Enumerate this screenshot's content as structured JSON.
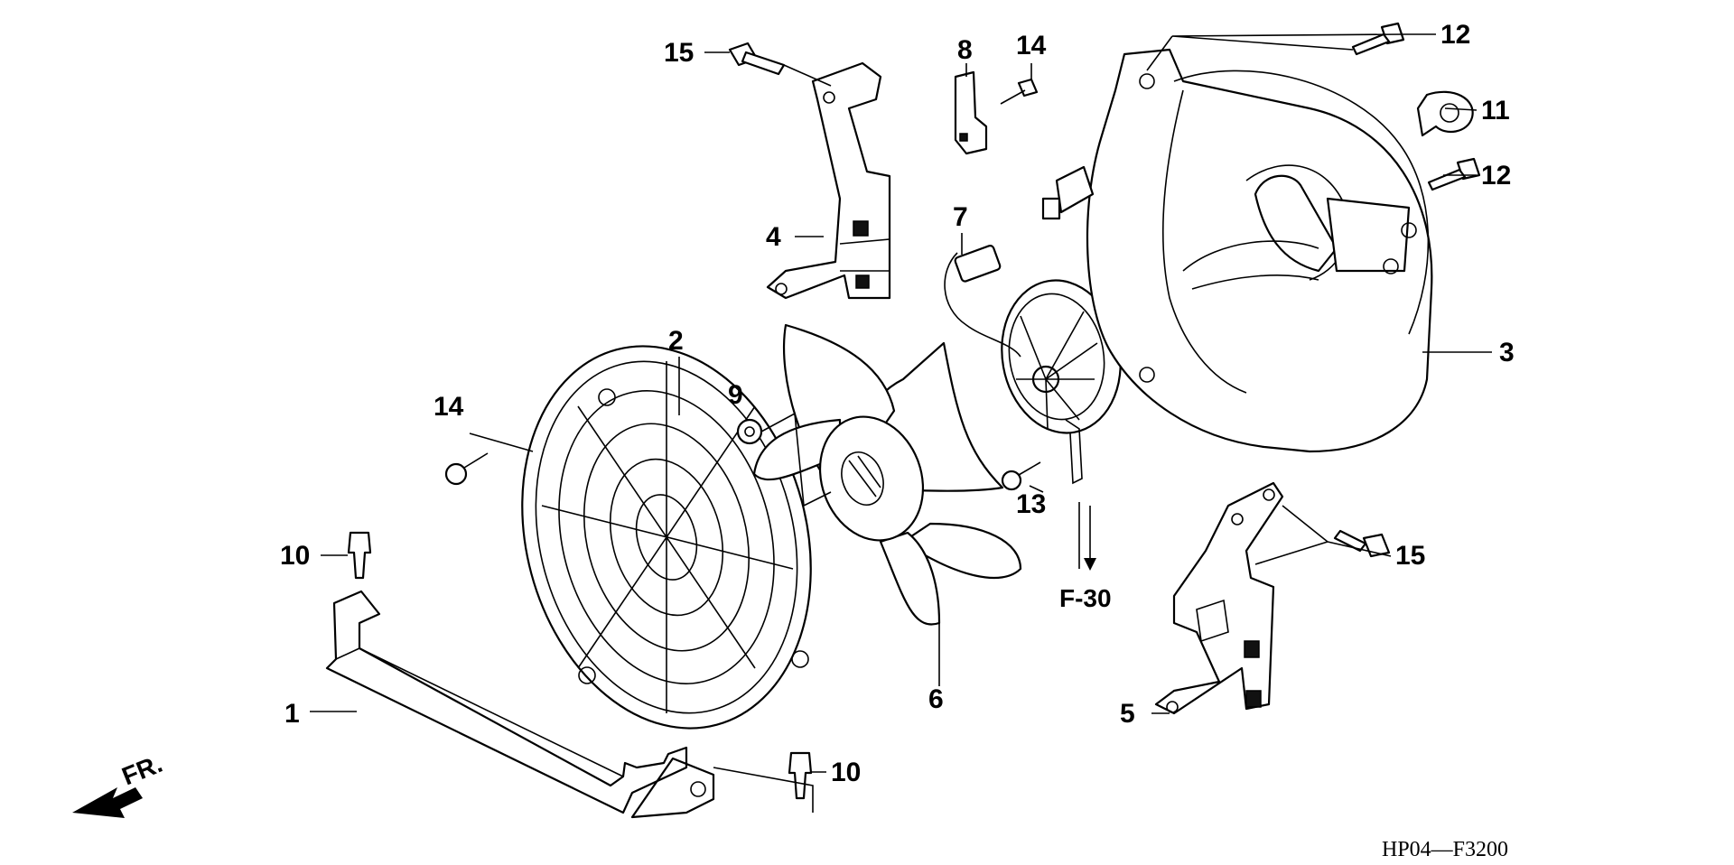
{
  "callouts": {
    "c1": "1",
    "c2": "2",
    "c3": "3",
    "c4": "4",
    "c5": "5",
    "c6": "6",
    "c7": "7",
    "c8": "8",
    "c9": "9",
    "c10a": "10",
    "c10b": "10",
    "c11": "11",
    "c12a": "12",
    "c12b": "12",
    "c13": "13",
    "c14a": "14",
    "c14b": "14",
    "c15a": "15",
    "c15b": "15"
  },
  "reference": "F-30",
  "front_indicator": "FR.",
  "diagram_code": "HP04—F3200"
}
